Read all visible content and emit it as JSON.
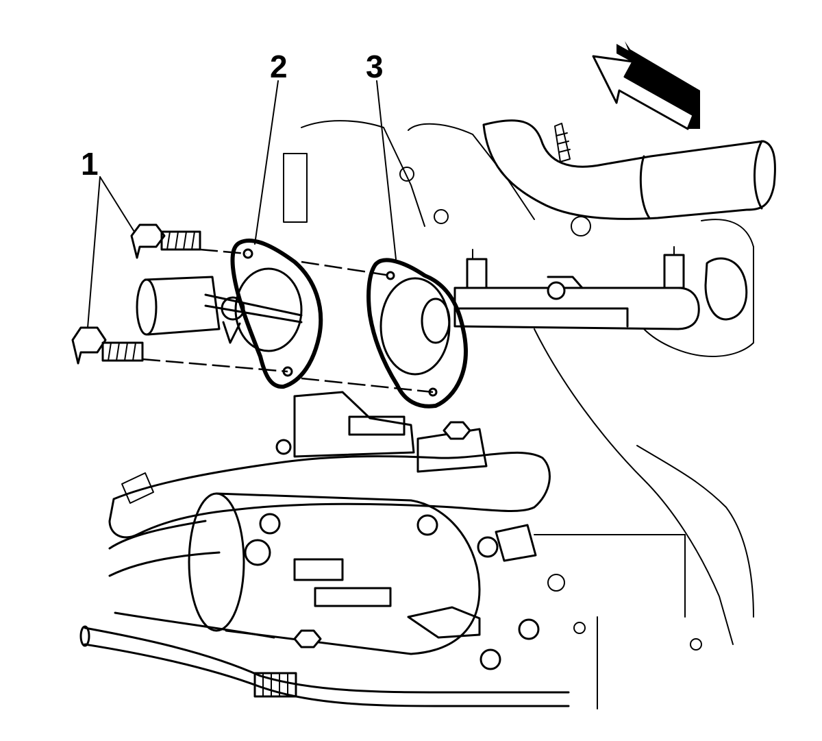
{
  "figure": {
    "callouts": [
      {
        "id": "1",
        "label": "1"
      },
      {
        "id": "2",
        "label": "2"
      },
      {
        "id": "3",
        "label": "3"
      }
    ],
    "arrow": {
      "meaning": "front-of-vehicle",
      "icon": "direction-arrow-icon"
    },
    "colors": {
      "ink": "#000000",
      "paper": "#ffffff"
    }
  }
}
